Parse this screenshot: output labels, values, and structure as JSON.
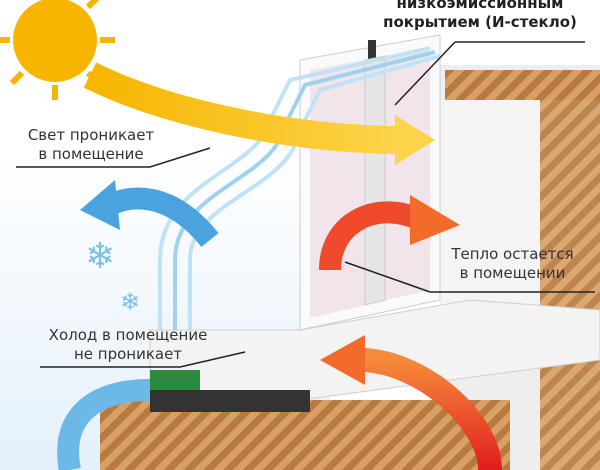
{
  "labels": {
    "coating_line1": "низкоэмиссионным",
    "coating_line2": "покрытием (И-стекло)",
    "light_line1": "Свет проникает",
    "light_line2": "в помещение",
    "heat_line1": "Тепло остается",
    "heat_line2": "в помещении",
    "cold_line1": "Холод в помещение",
    "cold_line2": "не проникает"
  },
  "colors": {
    "sun": "#f7b500",
    "light_arrow": "#fbc531",
    "heat_arrow": "#e8382a",
    "cold_arrow": "#4aa3df",
    "brick": "#c98a4b"
  }
}
